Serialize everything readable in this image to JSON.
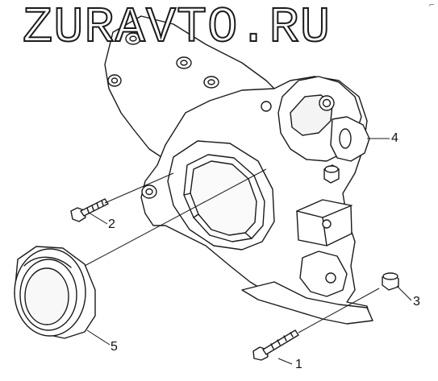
{
  "watermark": "ZURAVTO.RU",
  "corner_mark": "⌐",
  "callouts": [
    {
      "id": "1",
      "label": "1"
    },
    {
      "id": "2",
      "label": "2"
    },
    {
      "id": "3",
      "label": "3"
    },
    {
      "id": "4",
      "label": "4"
    },
    {
      "id": "5",
      "label": "5"
    }
  ]
}
